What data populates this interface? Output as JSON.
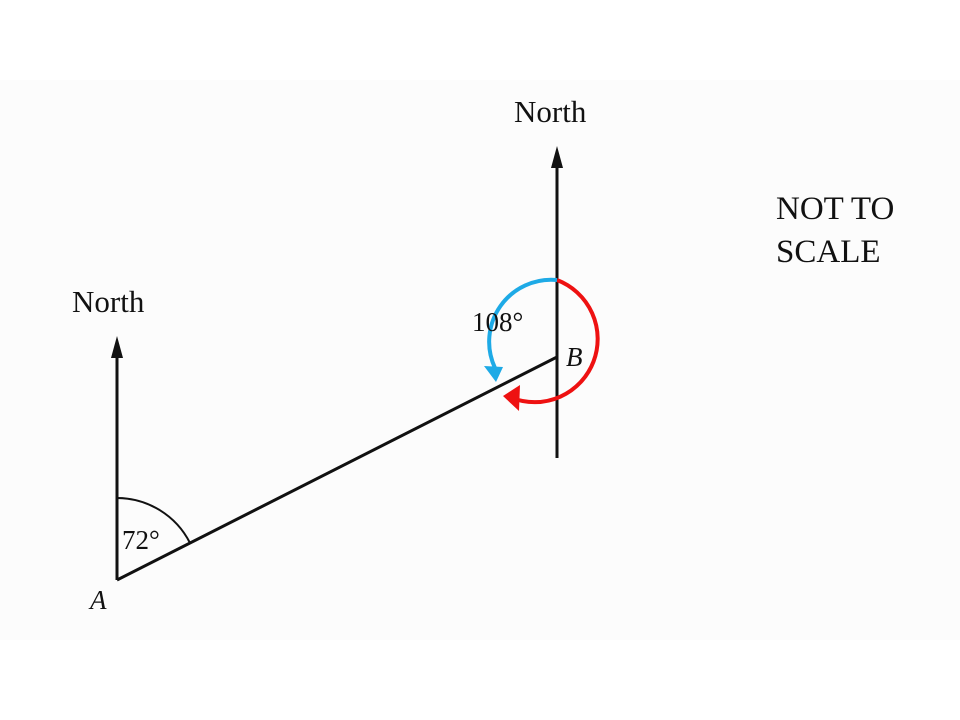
{
  "labels": {
    "north_a": "North",
    "north_b": "North",
    "point_a": "A",
    "point_b": "B",
    "angle_a": "72°",
    "angle_b": "108°"
  },
  "note": {
    "line1": "NOT TO",
    "line2": "SCALE"
  },
  "angles": {
    "at_a_degrees": 72,
    "at_b_degrees": 108
  },
  "colors": {
    "line": "#111111",
    "arc_red": "#ee1111",
    "arc_blue": "#1eaae6"
  }
}
